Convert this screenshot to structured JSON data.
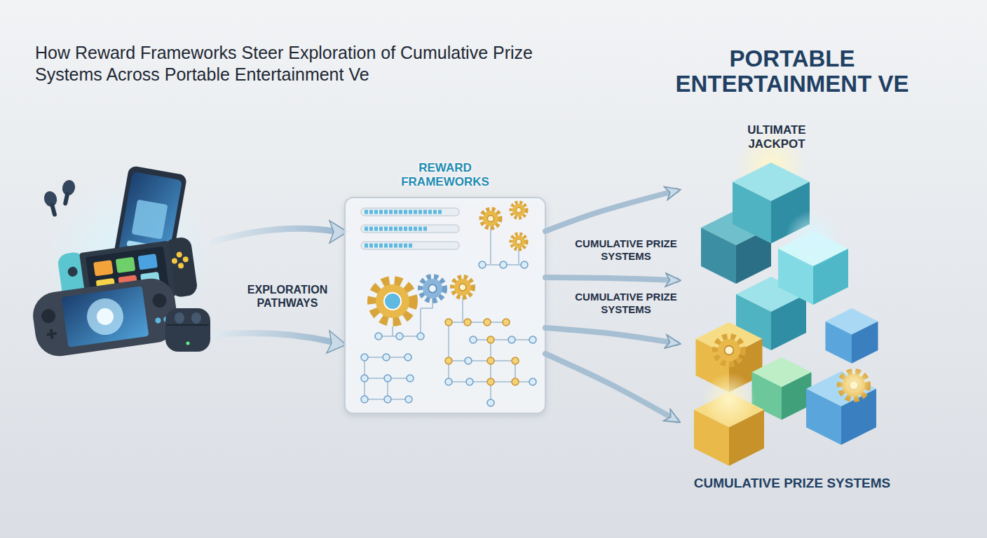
{
  "diagram": {
    "title": "How Reward Frameworks Steer Exploration of Cumulative Prize Systems Across Portable Entertainment Ve",
    "nodes": [
      {
        "text": [
          "REWARD FRAMEWORKS"
        ]
      },
      {
        "text": [
          "ULTIMATE JACKPOT",
          "CUMULATIVE PRIZE SYSTEMS"
        ]
      }
    ],
    "edges": [
      {
        "from": 0,
        "to": 1,
        "arrow": "to",
        "label": "CUMULATIVE PRIZE SYSTEMS"
      },
      {
        "from": 0,
        "to": 1,
        "arrow": "to",
        "label": "CUMULATIVE PRIZE SYSTEMS"
      },
      {
        "from": 0,
        "to": 1,
        "arrow": "to"
      },
      {
        "from": 0,
        "to": 1,
        "arrow": "to"
      }
    ],
    "labels": [
      "PORTABLE ENTERTAINMENT VE",
      "EXPLORATION PATHWAYS"
    ]
  }
}
